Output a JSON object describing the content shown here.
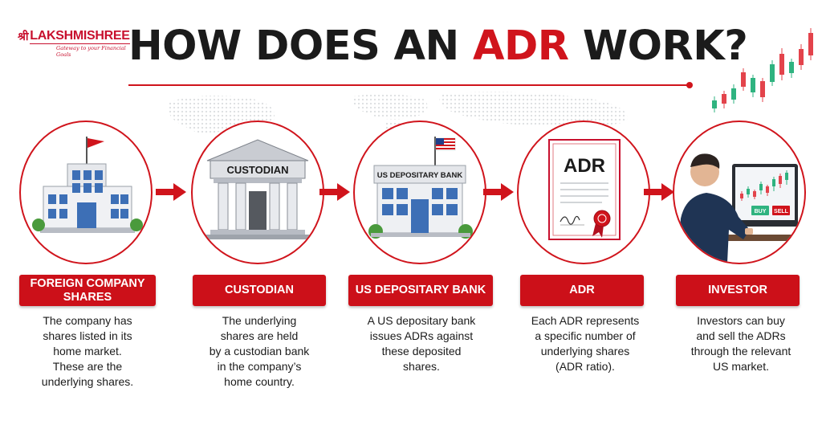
{
  "brand": {
    "hindi": "श्री",
    "name": "LAKSHMISHREE",
    "tagline": "Gateway to your Financial Goals"
  },
  "title": {
    "prefix": "HOW DOES AN ",
    "highlight": "ADR",
    "suffix": " WORK?"
  },
  "colors": {
    "accent": "#d0141c",
    "label_bg": "#cc1019",
    "text": "#1b1b1b"
  },
  "steps": [
    {
      "label_line1": "FOREIGN COMPANY",
      "label_line2": "SHARES",
      "icon": "office-building-with-flag-icon",
      "description": [
        "The company has",
        "shares listed in its",
        "home market.",
        "These are the",
        "underlying shares."
      ]
    },
    {
      "label_line1": "CUSTODIAN",
      "icon_text": "CUSTODIAN",
      "icon": "bank-building-icon",
      "description": [
        "The underlying",
        "shares are held",
        "by a custodian bank",
        "in the company’s",
        "home country."
      ]
    },
    {
      "label_line1": "US DEPOSITARY BANK",
      "icon_text": "US DEPOSITARY BANK",
      "icon": "depositary-bank-us-flag-icon",
      "description": [
        "A US depositary bank",
        "issues ADRs against",
        "these deposited",
        "shares."
      ]
    },
    {
      "label_line1": "ADR",
      "icon_text": "ADR",
      "icon": "certificate-with-seal-icon",
      "description": [
        "Each ADR represents",
        "a specific number of",
        "underlying shares",
        "(ADR ratio)."
      ]
    },
    {
      "label_line1": "INVESTOR",
      "icon": "investor-at-trading-screen-icon",
      "buy_label": "BUY",
      "sell_label": "SELL",
      "description": [
        "Investors can buy",
        "and sell the ADRs",
        "through the relevant",
        "US market."
      ]
    }
  ]
}
